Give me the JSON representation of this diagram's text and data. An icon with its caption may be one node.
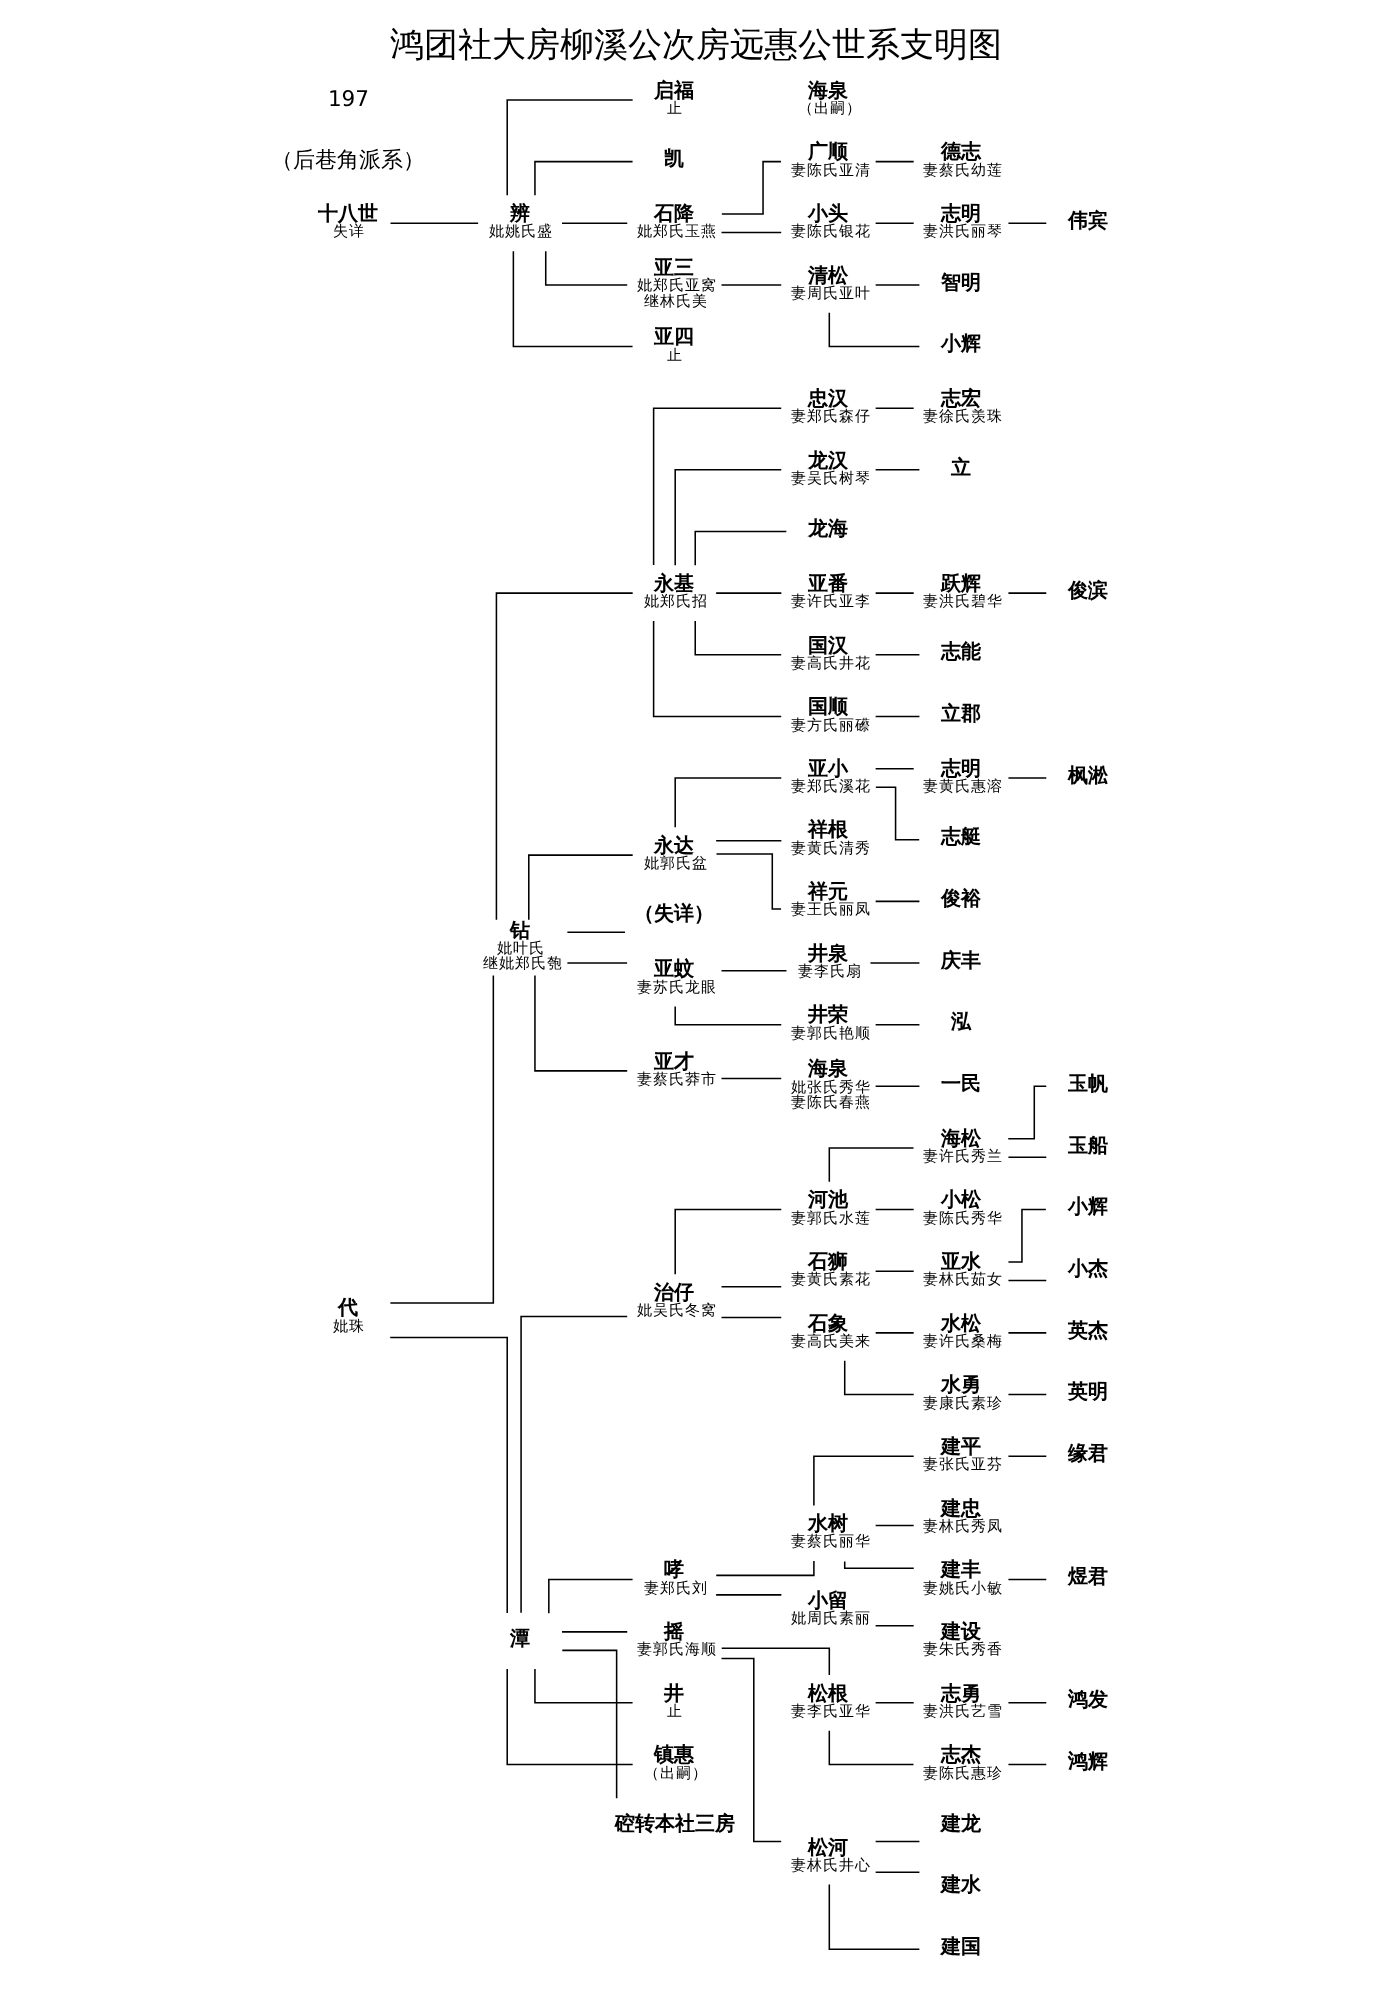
{
  "diagram": {
    "title": "鸿团社大房柳溪公次房远惠公世系支明图",
    "nodes": [
      {
        "text": [
          "代"
        ],
        "beside": [
          "妣珠"
        ]
      },
      {
        "text": [
          "十八世"
        ],
        "beside": [
          "失详"
        ]
      },
      {
        "text": [
          "钻"
        ],
        "beside": [
          "妣叶氏",
          "继妣郑氏匏"
        ]
      },
      {
        "text": [
          "潭"
        ]
      },
      {
        "text": [
          "辨"
        ],
        "beside": [
          "妣姚氏盛"
        ]
      },
      {
        "text": [
          "永基"
        ],
        "beside": [
          "妣郑氏招"
        ]
      },
      {
        "text": [
          "永达"
        ],
        "beside": [
          "妣郭氏盆"
        ]
      },
      {
        "text": [
          "（失详）"
        ]
      },
      {
        "text": [
          "亚蚊"
        ],
        "beside": [
          "妻苏氏龙眼"
        ]
      },
      {
        "text": [
          "亚才"
        ],
        "beside": [
          "妻蔡氏莽市"
        ]
      },
      {
        "text": [
          "治仔"
        ],
        "beside": [
          "妣吴氏冬窝"
        ]
      },
      {
        "text": [
          "哮"
        ],
        "beside": [
          "妻郑氏刘"
        ]
      },
      {
        "text": [
          "摇"
        ],
        "beside": [
          "妻郭氏海顺"
        ]
      },
      {
        "text": [
          "井"
        ],
        "beside": [
          "止"
        ]
      },
      {
        "text": [
          "镇惠"
        ],
        "beside": [
          "（出嗣）"
        ]
      },
      {
        "text": [
          "硿转本社三房"
        ]
      },
      {
        "text": [
          "启福"
        ],
        "beside": [
          "止"
        ]
      },
      {
        "text": [
          "凯"
        ]
      },
      {
        "text": [
          "石降"
        ],
        "beside": [
          "妣郑氏玉燕"
        ]
      },
      {
        "text": [
          "亚三"
        ],
        "beside": [
          "妣郑氏亚窝",
          "继林氏美"
        ]
      },
      {
        "text": [
          "亚四"
        ],
        "beside": [
          "止"
        ]
      },
      {
        "text": [
          "忠汉"
        ],
        "beside": [
          "妻郑氏森仔"
        ]
      },
      {
        "text": [
          "龙汉"
        ],
        "beside": [
          "妻吴氏树琴"
        ]
      },
      {
        "text": [
          "龙海"
        ]
      },
      {
        "text": [
          "亚番"
        ],
        "beside": [
          "妻许氏亚李"
        ]
      },
      {
        "text": [
          "国汉"
        ],
        "beside": [
          "妻高氏井花"
        ]
      },
      {
        "text": [
          "国顺"
        ],
        "beside": [
          "妻方氏丽礤"
        ]
      },
      {
        "text": [
          "亚小"
        ],
        "beside": [
          "妻郑氏溪花"
        ]
      },
      {
        "text": [
          "祥根"
        ],
        "beside": [
          "妻黄氏清秀"
        ]
      },
      {
        "text": [
          "祥元"
        ],
        "beside": [
          "妻王氏丽凤"
        ]
      },
      {
        "text": [
          "井泉"
        ],
        "beside": [
          "妻李氏扇"
        ]
      },
      {
        "text": [
          "井荣"
        ],
        "beside": [
          "妻郭氏艳顺"
        ]
      },
      {
        "text": [
          "海泉"
        ],
        "beside": [
          "妣张氏秀华",
          "妻陈氏春燕"
        ]
      },
      {
        "text": [
          "河池"
        ],
        "beside": [
          "妻郭氏水莲"
        ]
      },
      {
        "text": [
          "石狮"
        ],
        "beside": [
          "妻黄氏素花"
        ]
      },
      {
        "text": [
          "石象"
        ],
        "beside": [
          "妻高氏美来"
        ]
      },
      {
        "text": [
          "水树"
        ],
        "beside": [
          "妻蔡氏丽华"
        ]
      },
      {
        "text": [
          "小留"
        ],
        "beside": [
          "妣周氏素丽"
        ]
      },
      {
        "text": [
          "松根"
        ],
        "beside": [
          "妻李氏亚华"
        ]
      },
      {
        "text": [
          "松河"
        ],
        "beside": [
          "妻林氏井心"
        ]
      },
      {
        "text": [
          "广顺"
        ],
        "beside": [
          "妻陈氏亚清"
        ]
      },
      {
        "text": [
          "小头"
        ],
        "beside": [
          "妻陈氏银花"
        ]
      },
      {
        "text": [
          "海泉"
        ],
        "beside": [
          "（出嗣）"
        ]
      },
      {
        "text": [
          "清松"
        ],
        "beside": [
          "妻周氏亚叶"
        ]
      },
      {
        "text": [
          "志宏"
        ],
        "beside": [
          "妻徐氏羡珠"
        ]
      },
      {
        "text": [
          "立"
        ]
      },
      {
        "text": [
          "跃辉"
        ],
        "beside": [
          "妻洪氏碧华"
        ]
      },
      {
        "text": [
          "志能"
        ]
      },
      {
        "text": [
          "立郡"
        ]
      },
      {
        "text": [
          "志明"
        ],
        "beside": [
          "妻黄氏惠溶"
        ]
      },
      {
        "text": [
          "志艇"
        ]
      },
      {
        "text": [
          "俊裕"
        ]
      },
      {
        "text": [
          "庆丰"
        ]
      },
      {
        "text": [
          "泓"
        ]
      },
      {
        "text": [
          "一民"
        ]
      },
      {
        "text": [
          "海松"
        ],
        "beside": [
          "妻许氏秀兰"
        ]
      },
      {
        "text": [
          "小松"
        ],
        "beside": [
          "妻陈氏秀华"
        ]
      },
      {
        "text": [
          "亚水"
        ],
        "beside": [
          "妻林氏茹女"
        ]
      },
      {
        "text": [
          "水松"
        ],
        "beside": [
          "妻许氏桑梅"
        ]
      },
      {
        "text": [
          "水勇"
        ],
        "beside": [
          "妻康氏素珍"
        ]
      },
      {
        "text": [
          "建平"
        ],
        "beside": [
          "妻张氏亚芬"
        ]
      },
      {
        "text": [
          "建忠"
        ],
        "beside": [
          "妻林氏秀凤"
        ]
      },
      {
        "text": [
          "建丰"
        ],
        "beside": [
          "妻姚氏小敏"
        ]
      },
      {
        "text": [
          "建设"
        ],
        "beside": [
          "妻朱氏秀香"
        ]
      },
      {
        "text": [
          "志勇"
        ],
        "beside": [
          "妻洪氏艺雪"
        ]
      },
      {
        "text": [
          "志杰"
        ],
        "beside": [
          "妻陈氏惠珍"
        ]
      },
      {
        "text": [
          "建龙"
        ]
      },
      {
        "text": [
          "建水"
        ]
      },
      {
        "text": [
          "建国"
        ]
      },
      {
        "text": [
          "德志"
        ],
        "beside": [
          "妻蔡氏幼莲"
        ]
      },
      {
        "text": [
          "志明"
        ],
        "beside": [
          "妻洪氏丽琴"
        ]
      },
      {
        "text": [
          "智明"
        ]
      },
      {
        "text": [
          "小辉"
        ]
      },
      {
        "text": [
          "俊滨"
        ]
      },
      {
        "text": [
          "枫淞"
        ]
      },
      {
        "text": [
          "玉帆"
        ]
      },
      {
        "text": [
          "玉船"
        ]
      },
      {
        "text": [
          "小辉"
        ]
      },
      {
        "text": [
          "小杰"
        ]
      },
      {
        "text": [
          "英杰"
        ]
      },
      {
        "text": [
          "英明"
        ]
      },
      {
        "text": [
          "缘君"
        ]
      },
      {
        "text": [
          "煜君"
        ]
      },
      {
        "text": [
          "鸿发"
        ]
      },
      {
        "text": [
          "鸿辉"
        ]
      },
      {
        "text": [
          "伟宾"
        ]
      }
    ],
    "edges": [
      {
        "from": 0,
        "to": 2,
        "arrow": "none"
      },
      {
        "from": 0,
        "to": 3,
        "arrow": "none"
      },
      {
        "from": 1,
        "to": 4,
        "arrow": "none"
      },
      {
        "from": 2,
        "to": 5,
        "arrow": "none"
      },
      {
        "from": 2,
        "to": 6,
        "arrow": "none"
      },
      {
        "from": 2,
        "to": 7,
        "arrow": "none"
      },
      {
        "from": 2,
        "to": 8,
        "arrow": "none"
      },
      {
        "from": 2,
        "to": 9,
        "arrow": "none"
      },
      {
        "from": 3,
        "to": 10,
        "arrow": "none"
      },
      {
        "from": 3,
        "to": 11,
        "arrow": "none"
      },
      {
        "from": 3,
        "to": 12,
        "arrow": "none"
      },
      {
        "from": 3,
        "to": 13,
        "arrow": "none"
      },
      {
        "from": 3,
        "to": 14,
        "arrow": "none"
      },
      {
        "from": 3,
        "to": 15,
        "arrow": "none"
      },
      {
        "from": 4,
        "to": 16,
        "arrow": "none"
      },
      {
        "from": 4,
        "to": 17,
        "arrow": "none"
      },
      {
        "from": 4,
        "to": 18,
        "arrow": "none"
      },
      {
        "from": 4,
        "to": 19,
        "arrow": "none"
      },
      {
        "from": 4,
        "to": 20,
        "arrow": "none"
      },
      {
        "from": 5,
        "to": 21,
        "arrow": "none"
      },
      {
        "from": 5,
        "to": 22,
        "arrow": "none"
      },
      {
        "from": 5,
        "to": 23,
        "arrow": "none"
      },
      {
        "from": 5,
        "to": 24,
        "arrow": "none"
      },
      {
        "from": 5,
        "to": 25,
        "arrow": "none"
      },
      {
        "from": 5,
        "to": 26,
        "arrow": "none"
      },
      {
        "from": 6,
        "to": 27,
        "arrow": "none"
      },
      {
        "from": 6,
        "to": 28,
        "arrow": "none"
      },
      {
        "from": 6,
        "to": 29,
        "arrow": "none"
      },
      {
        "from": 8,
        "to": 30,
        "arrow": "none"
      },
      {
        "from": 8,
        "to": 31,
        "arrow": "none"
      },
      {
        "from": 9,
        "to": 32,
        "arrow": "none"
      },
      {
        "from": 10,
        "to": 33,
        "arrow": "none"
      },
      {
        "from": 10,
        "to": 34,
        "arrow": "none"
      },
      {
        "from": 10,
        "to": 35,
        "arrow": "none"
      },
      {
        "from": 11,
        "to": 36,
        "arrow": "none"
      },
      {
        "from": 11,
        "to": 37,
        "arrow": "none"
      },
      {
        "from": 12,
        "to": 38,
        "arrow": "none"
      },
      {
        "from": 12,
        "to": 39,
        "arrow": "none"
      },
      {
        "from": 18,
        "to": 40,
        "arrow": "none"
      },
      {
        "from": 18,
        "to": 41,
        "arrow": "none"
      },
      {
        "from": 19,
        "to": 43,
        "arrow": "none"
      },
      {
        "from": 21,
        "to": 44,
        "arrow": "none"
      },
      {
        "from": 22,
        "to": 45,
        "arrow": "none"
      },
      {
        "from": 24,
        "to": 46,
        "arrow": "none"
      },
      {
        "from": 25,
        "to": 47,
        "arrow": "none"
      },
      {
        "from": 26,
        "to": 48,
        "arrow": "none"
      },
      {
        "from": 27,
        "to": 49,
        "arrow": "none"
      },
      {
        "from": 27,
        "to": 50,
        "arrow": "none"
      },
      {
        "from": 29,
        "to": 51,
        "arrow": "none"
      },
      {
        "from": 30,
        "to": 52,
        "arrow": "none"
      },
      {
        "from": 31,
        "to": 53,
        "arrow": "none"
      },
      {
        "from": 32,
        "to": 54,
        "arrow": "none"
      },
      {
        "from": 33,
        "to": 55,
        "arrow": "none"
      },
      {
        "from": 33,
        "to": 56,
        "arrow": "none"
      },
      {
        "from": 34,
        "to": 57,
        "arrow": "none"
      },
      {
        "from": 35,
        "to": 58,
        "arrow": "none"
      },
      {
        "from": 35,
        "to": 59,
        "arrow": "none"
      },
      {
        "from": 36,
        "to": 60,
        "arrow": "none"
      },
      {
        "from": 36,
        "to": 61,
        "arrow": "none"
      },
      {
        "from": 36,
        "to": 62,
        "arrow": "none"
      },
      {
        "from": 37,
        "to": 63,
        "arrow": "none"
      },
      {
        "from": 38,
        "to": 64,
        "arrow": "none"
      },
      {
        "from": 38,
        "to": 65,
        "arrow": "none"
      },
      {
        "from": 39,
        "to": 66,
        "arrow": "none"
      },
      {
        "from": 39,
        "to": 67,
        "arrow": "none"
      },
      {
        "from": 39,
        "to": 68,
        "arrow": "none"
      },
      {
        "from": 40,
        "to": 69,
        "arrow": "none"
      },
      {
        "from": 41,
        "to": 70,
        "arrow": "none"
      },
      {
        "from": 43,
        "to": 71,
        "arrow": "none"
      },
      {
        "from": 43,
        "to": 72,
        "arrow": "none"
      },
      {
        "from": 46,
        "to": 73,
        "arrow": "none"
      },
      {
        "from": 49,
        "to": 74,
        "arrow": "none"
      },
      {
        "from": 55,
        "to": 75,
        "arrow": "none"
      },
      {
        "from": 55,
        "to": 76,
        "arrow": "none"
      },
      {
        "from": 57,
        "to": 77,
        "arrow": "none"
      },
      {
        "from": 57,
        "to": 78,
        "arrow": "none"
      },
      {
        "from": 58,
        "to": 79,
        "arrow": "none"
      },
      {
        "from": 59,
        "to": 80,
        "arrow": "none"
      },
      {
        "from": 60,
        "to": 81,
        "arrow": "none"
      },
      {
        "from": 62,
        "to": 82,
        "arrow": "none"
      },
      {
        "from": 64,
        "to": 83,
        "arrow": "none"
      },
      {
        "from": 65,
        "to": 84,
        "arrow": "none"
      },
      {
        "from": 70,
        "to": 85,
        "arrow": "none"
      }
    ],
    "labels": [
      "（后巷角派系）",
      "197"
    ]
  }
}
